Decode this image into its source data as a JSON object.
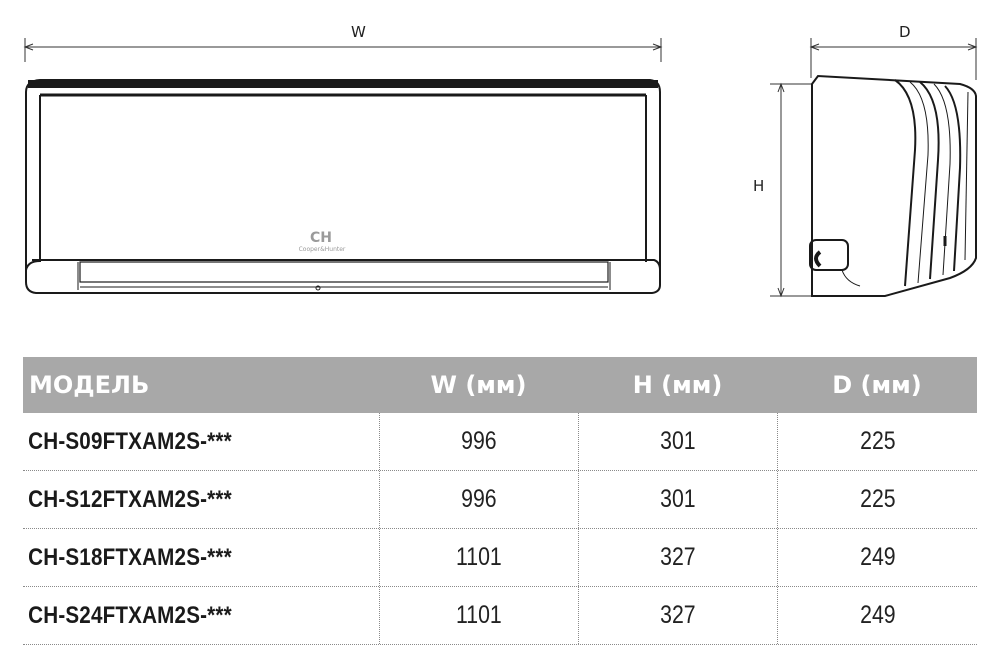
{
  "dimensions": {
    "w": "W",
    "h": "H",
    "d": "D"
  },
  "logo": {
    "mark": "CH",
    "text": "Cooper&Hunter"
  },
  "table": {
    "headers": [
      "МОДЕЛЬ",
      "W (мм)",
      "H (мм)",
      "D (мм)"
    ],
    "rows": [
      {
        "model": "CH-S09FTXAM2S-***",
        "w": "996",
        "h": "301",
        "d": "225"
      },
      {
        "model": "CH-S12FTXAM2S-***",
        "w": "996",
        "h": "301",
        "d": "225"
      },
      {
        "model": "CH-S18FTXAM2S-***",
        "w": "1101",
        "h": "327",
        "d": "249"
      },
      {
        "model": "CH-S24FTXAM2S-***",
        "w": "1101",
        "h": "327",
        "d": "249"
      }
    ]
  },
  "colors": {
    "header_bg": "#a8a8a8",
    "header_text": "#ffffff",
    "line": "#1a1a1a"
  }
}
